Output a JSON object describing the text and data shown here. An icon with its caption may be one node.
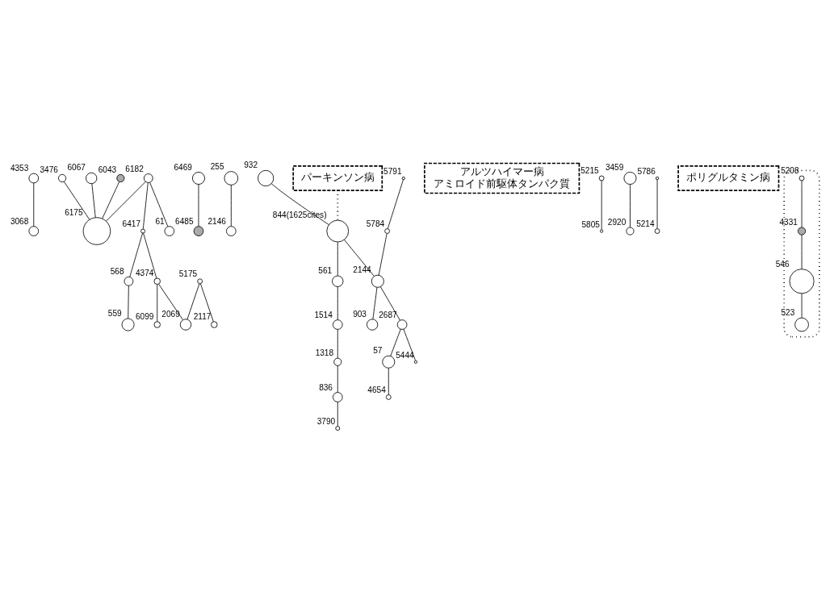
{
  "diagram": {
    "nodes": [
      {
        "text": [],
        "shape": "circle",
        "beside": [
          "4353"
        ]
      },
      {
        "text": [],
        "shape": "circle",
        "beside": [
          "3068"
        ]
      },
      {
        "text": [],
        "shape": "circle",
        "beside": [
          "3476"
        ]
      },
      {
        "text": [],
        "shape": "circle",
        "beside": [
          "6469"
        ]
      },
      {
        "text": [],
        "shape": "circle",
        "beside": [
          "6485"
        ]
      },
      {
        "text": [],
        "shape": "circle",
        "beside": [
          "6067"
        ]
      },
      {
        "text": [],
        "shape": "circle",
        "beside": [
          "568"
        ]
      },
      {
        "text": [],
        "shape": "circle",
        "beside": [
          "6417"
        ]
      },
      {
        "text": [],
        "shape": "circle",
        "beside": [
          "6043"
        ]
      },
      {
        "text": [],
        "shape": "circle",
        "beside": [
          "6182"
        ]
      },
      {
        "text": [],
        "shape": "circle",
        "beside": [
          "61"
        ]
      },
      {
        "text": [],
        "shape": "circle",
        "beside": [
          "6175"
        ]
      },
      {
        "text": [],
        "shape": "circle",
        "beside": [
          "255"
        ]
      },
      {
        "text": [],
        "shape": "circle",
        "beside": [
          "4374"
        ]
      },
      {
        "text": [],
        "shape": "circle",
        "beside": [
          "5175"
        ]
      },
      {
        "text": [],
        "shape": "circle",
        "beside": [
          "932"
        ]
      },
      {
        "text": [
          "アルツハイマー病",
          "アミロイド前駆体タンパク質"
        ]
      },
      {
        "text": [],
        "shape": "circle",
        "beside": [
          "5215"
        ]
      },
      {
        "text": [],
        "shape": "circle",
        "beside": [
          "3459"
        ]
      },
      {
        "text": [],
        "shape": "circle",
        "beside": [
          "6099"
        ]
      },
      {
        "text": [],
        "shape": "circle",
        "beside": [
          "2146"
        ]
      },
      {
        "text": [],
        "shape": "circle",
        "beside": [
          "5786"
        ]
      },
      {
        "text": [],
        "shape": "circle",
        "beside": [
          "5214"
        ]
      },
      {
        "text": [],
        "shape": "circle",
        "beside": [
          "2117"
        ]
      },
      {
        "text": [],
        "shape": "circle",
        "beside": [
          "5805"
        ]
      },
      {
        "text": [],
        "shape": "circle",
        "beside": [
          "2069"
        ]
      },
      {
        "text": [],
        "shape": "circle",
        "beside": [
          "561"
        ]
      },
      {
        "text": [],
        "shape": "circle",
        "beside": [
          "1514"
        ]
      },
      {
        "text": [
          "ポリグルタミン病"
        ]
      },
      {
        "text": [],
        "shape": "circle",
        "beside": [
          "5791"
        ]
      },
      {
        "text": [],
        "shape": "circle",
        "beside": [
          "2920"
        ]
      },
      {
        "text": [],
        "shape": "ellipse"
      },
      {
        "text": [],
        "shape": "circle",
        "beside": [
          "5208"
        ],
        "in": 31
      },
      {
        "text": [],
        "shape": "circle",
        "beside": [
          "546"
        ],
        "in": 31
      },
      {
        "text": [],
        "shape": "circle",
        "beside": [
          "844(1625cites)"
        ]
      },
      {
        "text": [],
        "shape": "circle",
        "beside": [
          "559"
        ]
      },
      {
        "text": [],
        "shape": "circle",
        "beside": [
          "5784"
        ]
      },
      {
        "text": [],
        "shape": "circle",
        "beside": [
          "2144"
        ]
      },
      {
        "text": [],
        "shape": "circle",
        "beside": [
          "3790"
        ]
      },
      {
        "text": [],
        "shape": "circle",
        "beside": [
          "1318"
        ]
      },
      {
        "text": [],
        "shape": "circle",
        "beside": [
          "4331"
        ],
        "in": 31
      },
      {
        "text": [],
        "shape": "circle",
        "beside": [
          "836"
        ]
      },
      {
        "text": [],
        "shape": "circle",
        "beside": [
          "523"
        ],
        "in": 31
      },
      {
        "text": [
          "パーキンソン病"
        ]
      },
      {
        "text": [],
        "shape": "circle",
        "beside": [
          "903"
        ]
      },
      {
        "text": [],
        "shape": "circle",
        "beside": [
          "2687"
        ]
      },
      {
        "text": [],
        "shape": "circle",
        "beside": [
          "57"
        ]
      },
      {
        "text": [],
        "shape": "circle",
        "beside": [
          "5444"
        ]
      },
      {
        "text": [],
        "shape": "circle",
        "beside": [
          "4654"
        ]
      }
    ],
    "edges": [
      {
        "from": 0,
        "to": 1,
        "arrow": "none"
      },
      {
        "from": 2,
        "to": 11,
        "arrow": "none"
      },
      {
        "from": 3,
        "to": 4,
        "arrow": "none"
      },
      {
        "from": 5,
        "to": 11,
        "arrow": "none"
      },
      {
        "from": 9,
        "to": 7,
        "arrow": "none"
      },
      {
        "from": 7,
        "to": 6,
        "arrow": "none"
      },
      {
        "from": 9,
        "to": 10,
        "arrow": "none"
      },
      {
        "from": 9,
        "to": 11,
        "arrow": "none"
      },
      {
        "from": 8,
        "to": 11,
        "arrow": "none"
      },
      {
        "from": 6,
        "to": 35,
        "arrow": "none"
      },
      {
        "from": 7,
        "to": 13,
        "arrow": "none"
      },
      {
        "from": 13,
        "to": 19,
        "arrow": "none"
      },
      {
        "from": 13,
        "to": 25,
        "arrow": "none"
      },
      {
        "from": 12,
        "to": 20,
        "arrow": "none"
      },
      {
        "from": 14,
        "to": 25,
        "arrow": "none"
      },
      {
        "from": 14,
        "to": 23,
        "arrow": "none"
      },
      {
        "from": 18,
        "to": 30,
        "arrow": "none"
      },
      {
        "from": 17,
        "to": 24,
        "arrow": "none"
      },
      {
        "from": 21,
        "to": 22,
        "arrow": "none"
      },
      {
        "from": 15,
        "to": 34,
        "arrow": "none"
      },
      {
        "from": 34,
        "to": 26,
        "arrow": "none"
      },
      {
        "from": 26,
        "to": 27,
        "arrow": "none"
      },
      {
        "from": 27,
        "to": 39,
        "arrow": "none"
      },
      {
        "from": 39,
        "to": 41,
        "arrow": "none"
      },
      {
        "from": 41,
        "to": 38,
        "arrow": "none"
      },
      {
        "from": 34,
        "to": 37,
        "arrow": "none"
      },
      {
        "from": 29,
        "to": 36,
        "arrow": "none"
      },
      {
        "from": 36,
        "to": 37,
        "arrow": "none"
      },
      {
        "from": 37,
        "to": 44,
        "arrow": "none"
      },
      {
        "from": 37,
        "to": 45,
        "arrow": "none"
      },
      {
        "from": 45,
        "to": 47,
        "arrow": "none"
      },
      {
        "from": 45,
        "to": 46,
        "arrow": "none"
      },
      {
        "from": 46,
        "to": 48,
        "arrow": "none"
      },
      {
        "from": 32,
        "to": 40,
        "arrow": "none"
      },
      {
        "from": 40,
        "to": 33,
        "arrow": "none"
      },
      {
        "from": 33,
        "to": 42,
        "arrow": "none"
      },
      {
        "from": 43,
        "to": 34,
        "arrow": "none",
        "style": "dashed"
      }
    ]
  }
}
